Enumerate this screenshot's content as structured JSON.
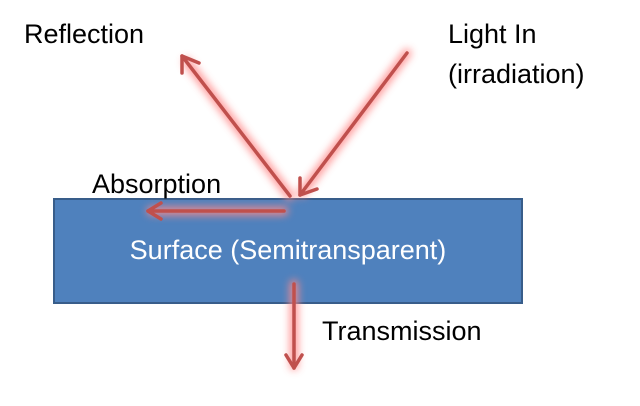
{
  "labels": {
    "reflection": "Reflection",
    "light_in_line1": "Light In",
    "light_in_line2": "(irradiation)",
    "absorption": "Absorption",
    "transmission": "Transmission"
  },
  "surface": {
    "label": "Surface (Semitransparent)",
    "fill_color": "#4f81bd",
    "border_color": "#385d8a"
  },
  "arrows": {
    "color": "#c0504d",
    "glow_color": "#ff8080"
  }
}
